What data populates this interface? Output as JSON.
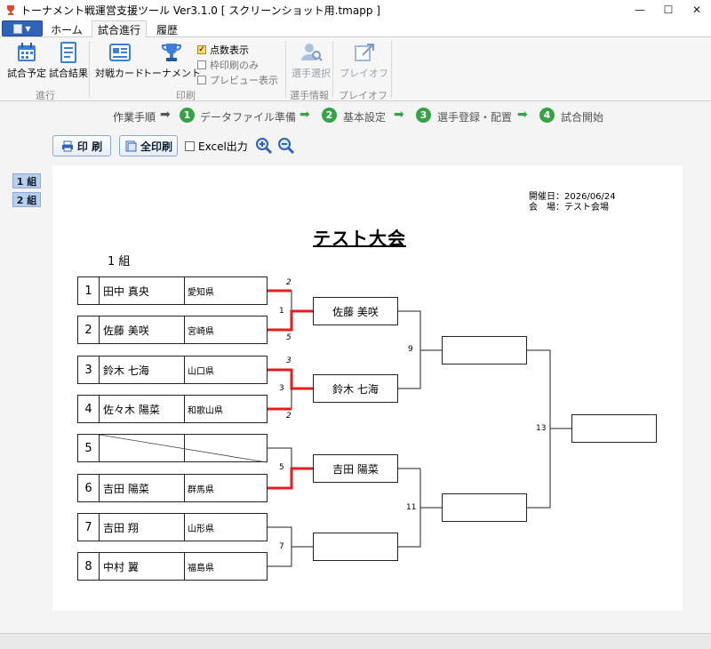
{
  "window": {
    "title": "トーナメント戦運営支援ツール  Ver3.1.0 [ スクリーンショット用.tmapp ]",
    "minimize": "—",
    "maximize": "☐",
    "close": "✕"
  },
  "tabs": [
    {
      "label": "ホーム",
      "active": false
    },
    {
      "label": "試合進行",
      "active": true
    },
    {
      "label": "履歴",
      "active": false
    }
  ],
  "ribbon": {
    "buttons": {
      "schedule": "試合予定",
      "results": "試合結果",
      "match_card": "対戦カード",
      "tournament": "トーナメント",
      "player_select": "選手選択",
      "playoff": "プレイオフ"
    },
    "checks": {
      "score": {
        "label": "点数表示",
        "checked": true,
        "mark": "✓"
      },
      "frame": {
        "label": "枠印刷のみ",
        "checked": false
      },
      "preview": {
        "label": "プレビュー表示",
        "checked": false
      }
    },
    "groups": {
      "progress": "進行",
      "print": "印刷",
      "player_info": "選手情報",
      "playoff": "プレイオフ"
    }
  },
  "workflow": {
    "label": "作業手順",
    "steps": [
      {
        "num": "1",
        "text": "データファイル準備"
      },
      {
        "num": "2",
        "text": "基本設定"
      },
      {
        "num": "3",
        "text": "選手登録・配置"
      },
      {
        "num": "4",
        "text": "試合開始"
      }
    ],
    "arrow": "➡"
  },
  "toolbar": {
    "print": "印 刷",
    "print_all": "全印刷",
    "excel": "Excel出力"
  },
  "group_buttons": [
    "1 組",
    "2 組"
  ],
  "page": {
    "date": "開催日：2026/06/24",
    "venue": "会　場：テスト会場",
    "title": "テスト大会",
    "group": "1 組",
    "entries": [
      {
        "no": "1",
        "name": "田中 真央",
        "pref": "愛知県"
      },
      {
        "no": "2",
        "name": "佐藤 美咲",
        "pref": "宮崎県"
      },
      {
        "no": "3",
        "name": "鈴木 七海",
        "pref": "山口県"
      },
      {
        "no": "4",
        "name": "佐々木 陽菜",
        "pref": "和歌山県"
      },
      {
        "no": "5",
        "name": "",
        "pref": ""
      },
      {
        "no": "6",
        "name": "吉田 陽菜",
        "pref": "群馬県"
      },
      {
        "no": "7",
        "name": "吉田 翔",
        "pref": "山形県"
      },
      {
        "no": "8",
        "name": "中村 翼",
        "pref": "福島県"
      }
    ],
    "round2": [
      "佐藤 美咲",
      "鈴木 七海",
      "吉田 陽菜",
      ""
    ],
    "match_numbers": {
      "m1": "1",
      "m3": "3",
      "m5": "5",
      "m7": "7",
      "m9": "9",
      "m11": "11",
      "m13": "13"
    },
    "scores": {
      "e1": "2",
      "e2": "5",
      "e3": "3",
      "e4": "2"
    }
  },
  "colors": {
    "winner_line": "#e02020",
    "accent": "#2f63b6",
    "step_green": "#35a345"
  }
}
